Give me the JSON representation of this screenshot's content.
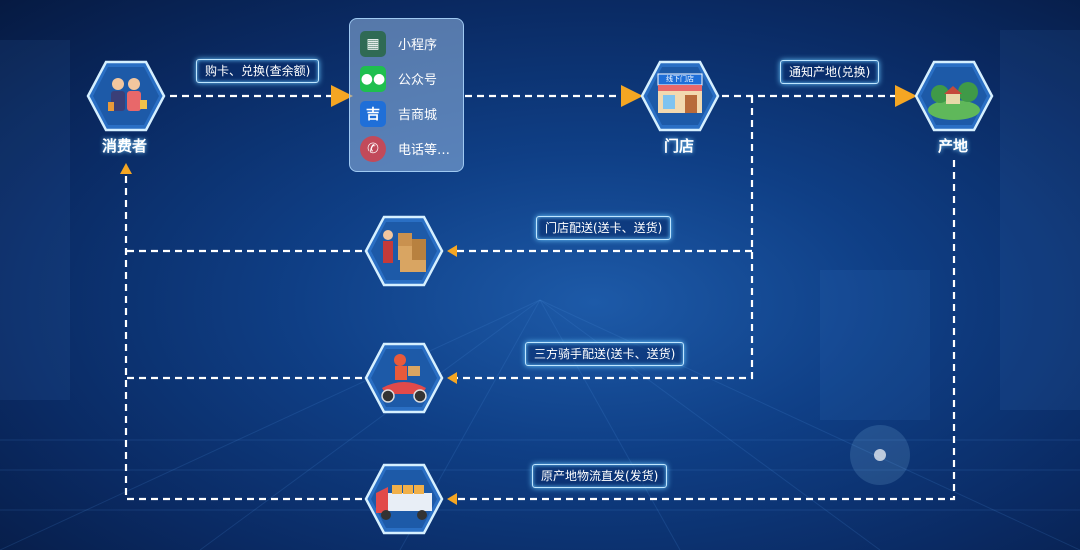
{
  "nodes": {
    "consumer": "消费者",
    "store": "门店",
    "origin": "产地"
  },
  "store_sign": "线下门店",
  "channels": [
    {
      "label": "小程序",
      "icon": "mini-program-qr-icon",
      "color": "#3a8f6a"
    },
    {
      "label": "公众号",
      "icon": "wechat-icon",
      "color": "#1fbf4f"
    },
    {
      "label": "吉商城",
      "icon": "ji-mall-icon",
      "color": "#1f6fd8"
    },
    {
      "label": "电话等…",
      "icon": "phone-icon",
      "color": "#c24a5a"
    }
  ],
  "edge_labels": {
    "buy": "购卡、兑换(查余额)",
    "notify": "通知产地(兑换)",
    "store_delivery": "门店配送(送卡、送货)",
    "rider_delivery": "三方骑手配送(送卡、送货)",
    "origin_shipping": "原产地物流直发(发货)"
  },
  "colors": {
    "line": "#ffffff",
    "arrow": "#f5a623",
    "glow": "#69c7ff"
  }
}
